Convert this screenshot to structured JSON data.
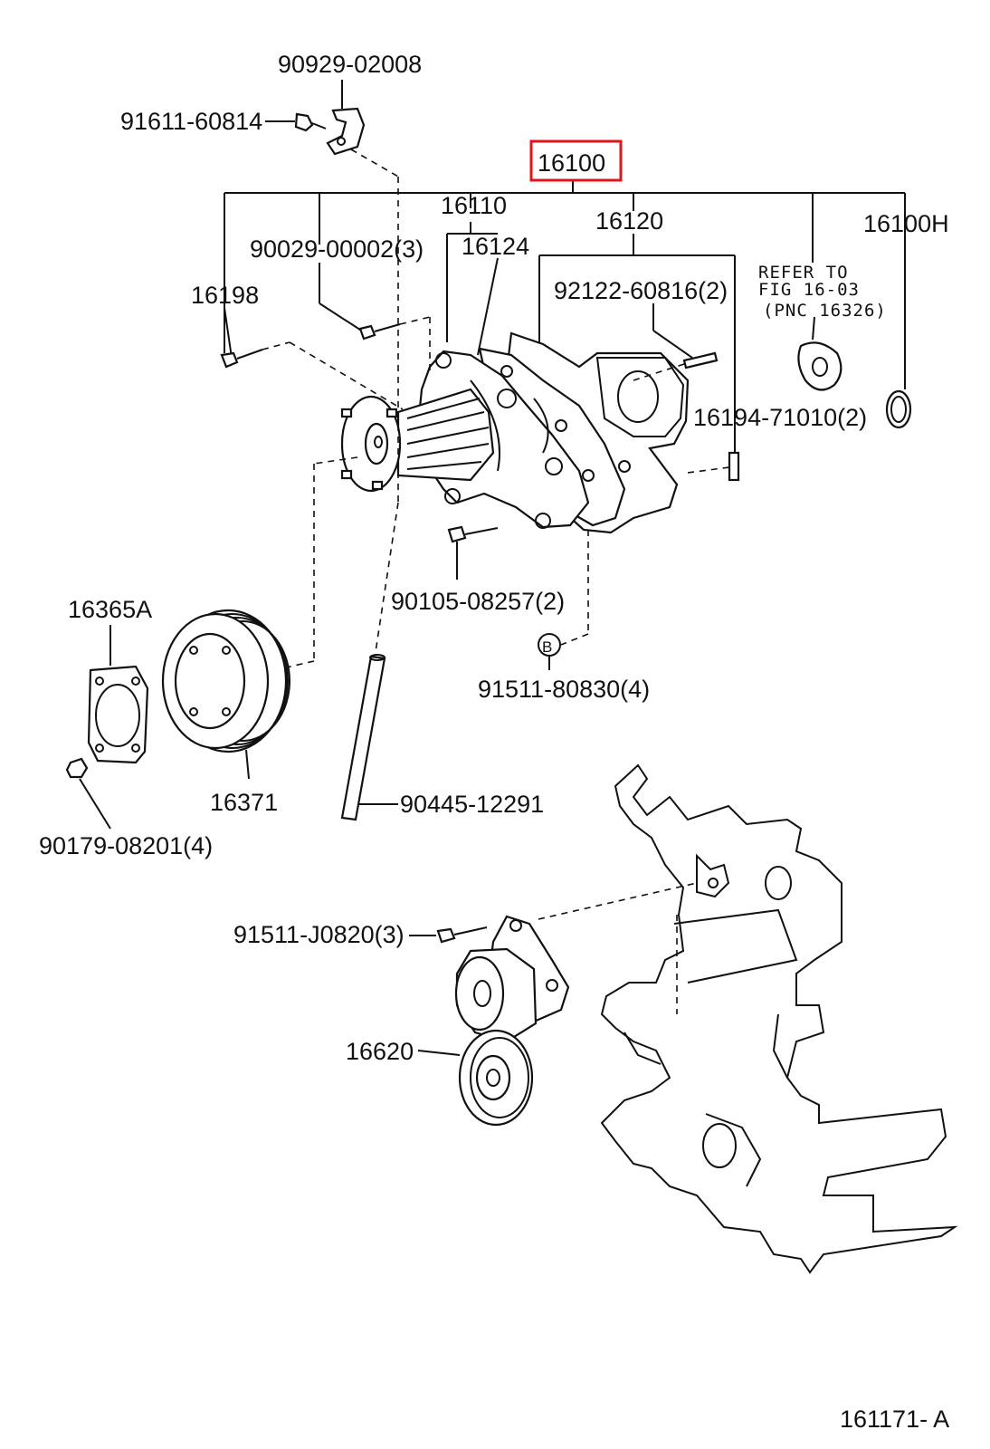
{
  "labels": {
    "p90929": "90929-02008",
    "p91611": "91611-60814",
    "p16100": "16100",
    "p16110": "16110",
    "p16120": "16120",
    "p16100H": "16100H",
    "p90029": "90029-00002(3)",
    "p16124": "16124",
    "p16198": "16198",
    "p92122": "92122-60816(2)",
    "refer1": "REFER TO",
    "refer2": "FIG 16-03",
    "refer3": "(PNC 16326)",
    "p16194": "16194-71010(2)",
    "p90105": "90105-08257(2)",
    "p16365A": "16365A",
    "circleB": "B",
    "p91511a": "91511-80830(4)",
    "p16371": "16371",
    "p90445": "90445-12291",
    "p90179": "90179-08201(4)",
    "p91511b": "91511-J0820(3)",
    "p16620": "16620",
    "figid": "161171- A"
  },
  "colors": {
    "highlight": "#e0141b",
    "ink": "#111111"
  }
}
